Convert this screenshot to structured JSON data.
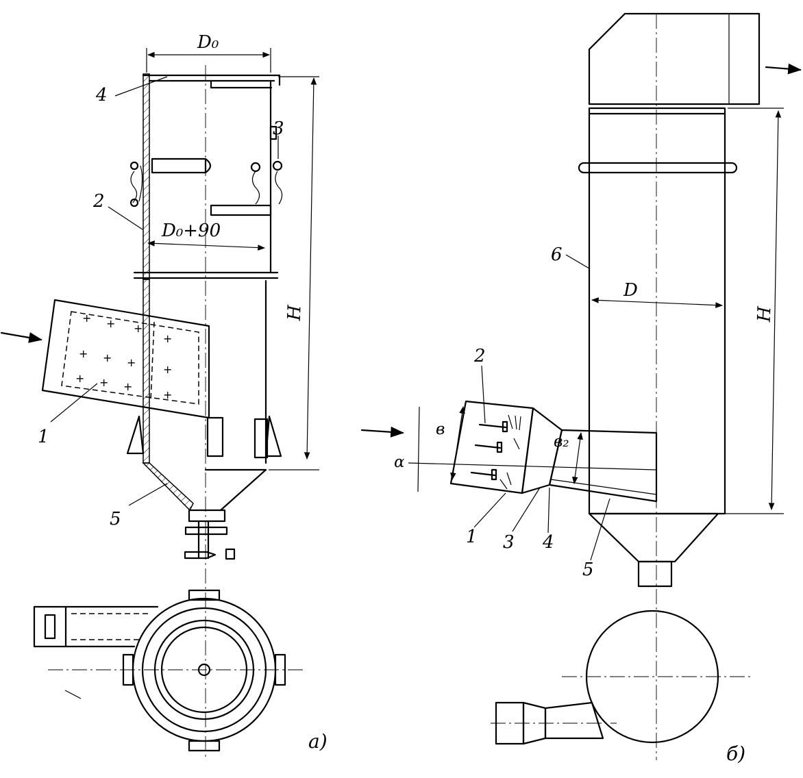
{
  "labels": {
    "a": {
      "dim_D0": "D₀",
      "dim_D0_90": "D₀+90",
      "dim_H": "H",
      "part_1": "1",
      "part_2": "2",
      "part_3": "3",
      "part_4": "4",
      "part_5": "5",
      "caption": "a)"
    },
    "b": {
      "dim_D": "D",
      "dim_H": "H",
      "dim_b": "в",
      "dim_b2": "в₂",
      "dim_alpha": "α",
      "part_1": "1",
      "part_2": "2",
      "part_3": "3",
      "part_4": "4",
      "part_5": "5",
      "part_6": "6",
      "caption": "б)"
    }
  }
}
